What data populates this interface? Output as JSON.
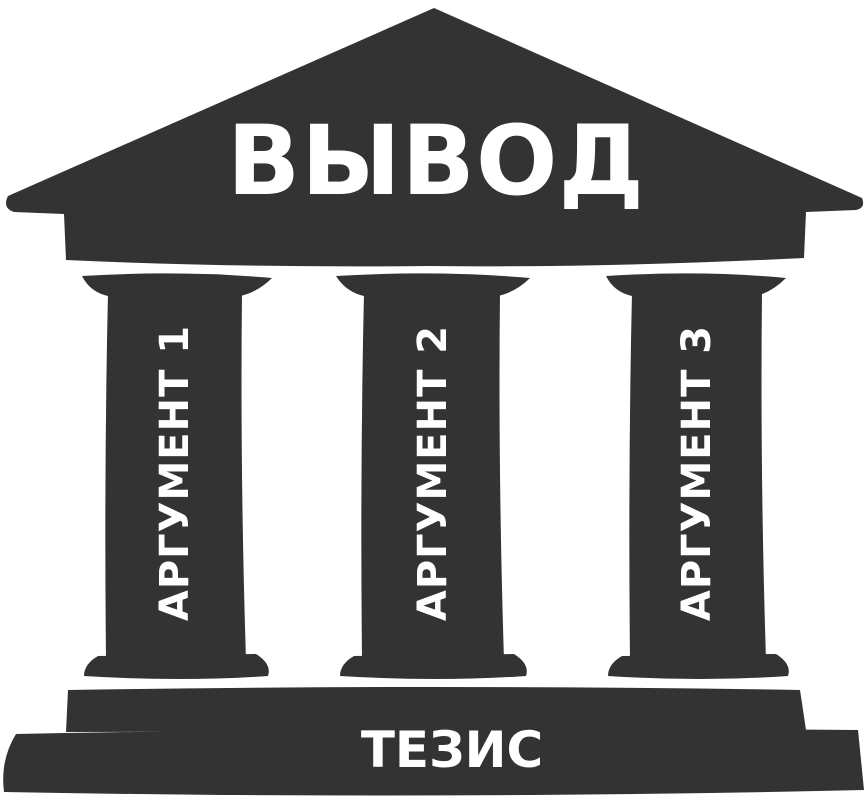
{
  "colors": {
    "structure": "#333333",
    "text": "#ffffff",
    "background": "#ffffff"
  },
  "roof": {
    "label": "ВЫВОД"
  },
  "columns": [
    {
      "label": "АРГУМЕНТ 1"
    },
    {
      "label": "АРГУМЕНТ 2"
    },
    {
      "label": "АРГУМЕНТ 3"
    }
  ],
  "base": {
    "label": "ТЕЗИС"
  }
}
